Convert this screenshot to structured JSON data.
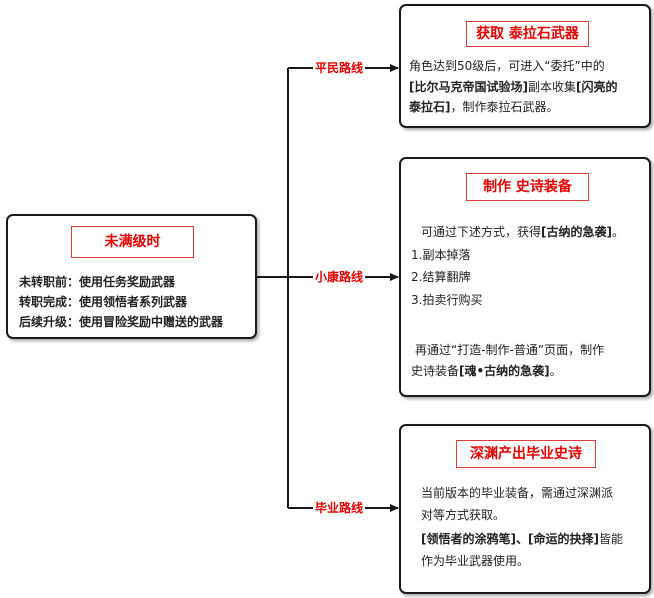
{
  "left": {
    "title": "未满级时",
    "rows": [
      {
        "label": "未转职前：",
        "text": "使用任务奖励武器"
      },
      {
        "label": "转职完成：",
        "text": "使用领悟者系列武器"
      },
      {
        "label": "后续升级：",
        "text": "使用冒险奖励中赠送的武器"
      }
    ]
  },
  "routes": {
    "r1": "平民路线",
    "r2": "小康路线",
    "r3": "毕业路线"
  },
  "box1": {
    "title": "获取 泰拉石武器",
    "l1": "角色达到50级后，可进入“委托”中的",
    "l2_b": "[比尔马克帝国试验场]",
    "l2_t": "副本收集",
    "l2_b2": "[闪亮的",
    "l3_b": "泰拉石]",
    "l3_t": "，制作泰拉石武器。"
  },
  "box2": {
    "title": "制作 史诗装备",
    "l1_t": "可通过下述方式，获得",
    "l1_b": "[古纳的急袭]",
    "l1_e": "。",
    "items": [
      "1.副本掉落",
      "2.结算翻牌",
      "3.拍卖行购买"
    ],
    "l2": "再通过“打造-制作-普通”页面，制作",
    "l3_t": "史诗装备",
    "l3_b": "[魂•古纳的急袭]",
    "l3_e": "。"
  },
  "box3": {
    "title": "深渊产出毕业史诗",
    "l1": "当前版本的毕业装备，需通过深渊派",
    "l2": "对等方式获取。",
    "l3_b": "[领悟者的涂鸦笔]、[命运的抉择]",
    "l3_t": "皆能",
    "l4": "作为毕业武器使用。"
  }
}
